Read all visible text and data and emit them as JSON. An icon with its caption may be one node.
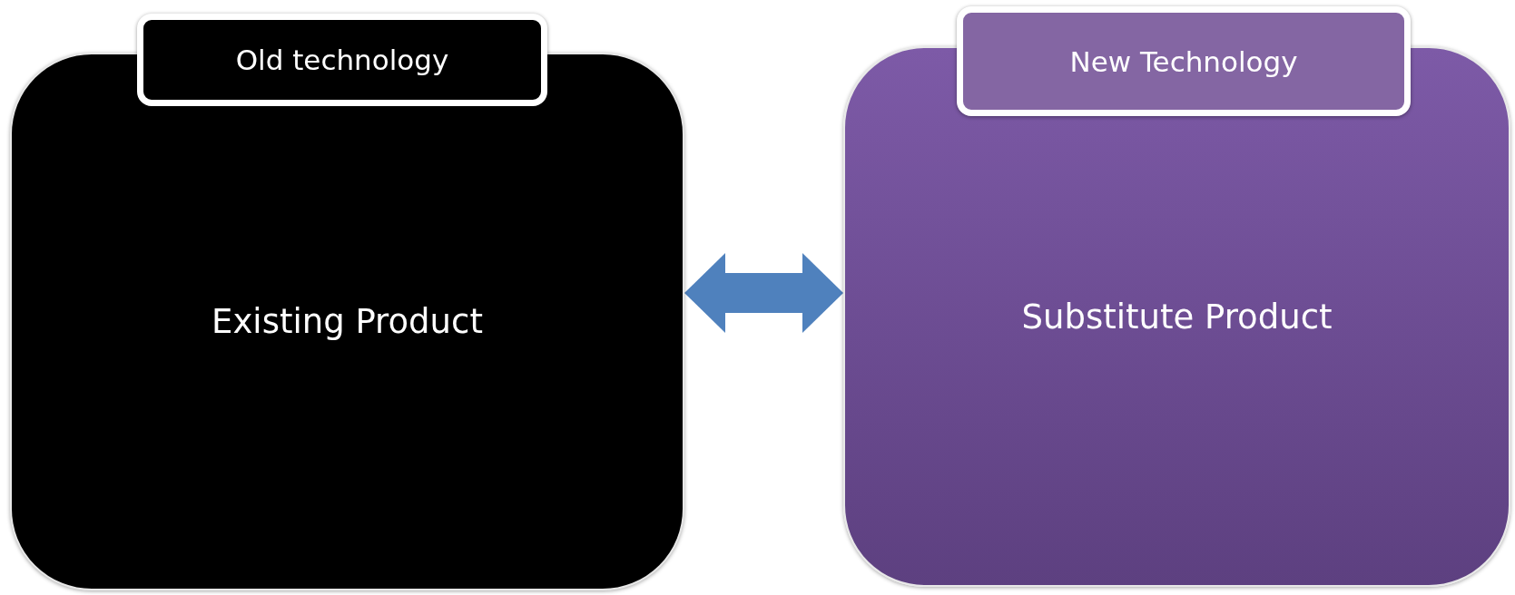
{
  "diagram": {
    "nodes": [
      {
        "text": [
          "Old technology",
          "Existing Product"
        ]
      },
      {
        "text": [
          "New Technology",
          "Substitute Product"
        ]
      }
    ],
    "edges": [
      {
        "from": 0,
        "to": 1,
        "arrow": "both",
        "color": "#4f81bd"
      }
    ]
  }
}
